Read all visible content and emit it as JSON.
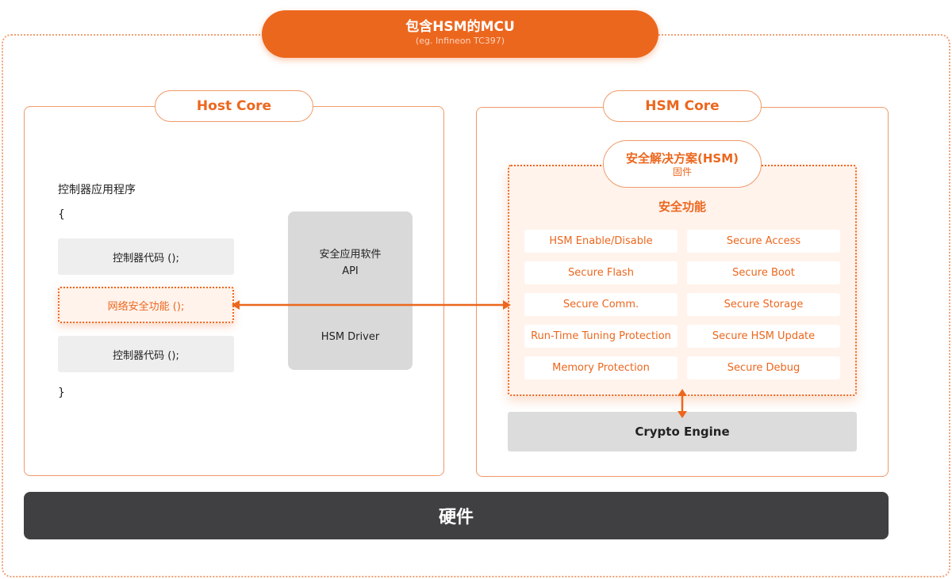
{
  "mcu": {
    "title": "包含HSM的MCU",
    "subtitle": "(eg. Infineon TC397)"
  },
  "host_core": {
    "title": "Host Core",
    "app_title": "控制器应用程序",
    "brace_open": "{",
    "code_lines": [
      "控制器代码 ();",
      "网络安全功能 ();",
      "控制器代码 ();"
    ],
    "brace_close": "}",
    "api_label_line1": "安全应用软件",
    "api_label_line2": "API",
    "driver_label": "HSM Driver"
  },
  "hsm_core": {
    "title": "HSM Core",
    "solution_title": "安全解决方案(HSM)",
    "solution_subtitle": "固件",
    "functions_title": "安全功能",
    "functions": [
      "HSM Enable/Disable",
      "Secure Access",
      "Secure Flash",
      "Secure Boot",
      "Secure Comm.",
      "Secure Storage",
      "Run-Time Tuning Protection",
      "Secure HSM Update",
      "Memory Protection",
      "Secure Debug"
    ],
    "crypto_engine": "Crypto Engine"
  },
  "hardware": {
    "label": "硬件"
  },
  "colors": {
    "accent": "#ec671e",
    "accent_light_bg": "#fff3ec",
    "hardware_bg": "#404042",
    "gray_box": "#eeeeee",
    "api_box": "#d9d9d9"
  }
}
